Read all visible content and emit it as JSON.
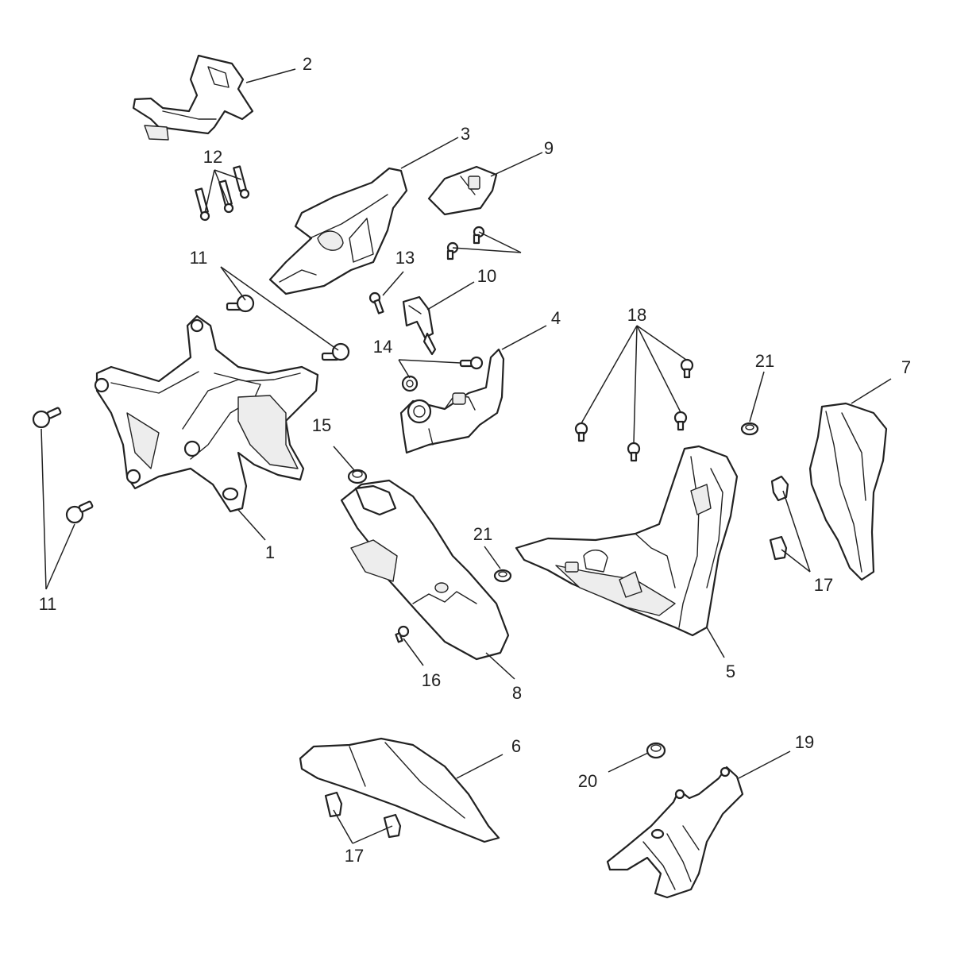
{
  "callouts": {
    "c1": "1",
    "c2": "2",
    "c3": "3",
    "c4": "4",
    "c5": "5",
    "c6": "6",
    "c7": "7",
    "c8": "8",
    "c9": "9",
    "c10a": "10",
    "c11a": "11",
    "c11b": "11",
    "c12": "12",
    "c13": "13",
    "c14": "14",
    "c15": "15",
    "c16": "16",
    "c17a": "17",
    "c17b": "17",
    "c18": "18",
    "c19": "19",
    "c20": "20",
    "c21a": "21",
    "c21b": "21"
  },
  "colors": {
    "line": "#222222",
    "background": "#ffffff",
    "shade": "#ededed"
  }
}
